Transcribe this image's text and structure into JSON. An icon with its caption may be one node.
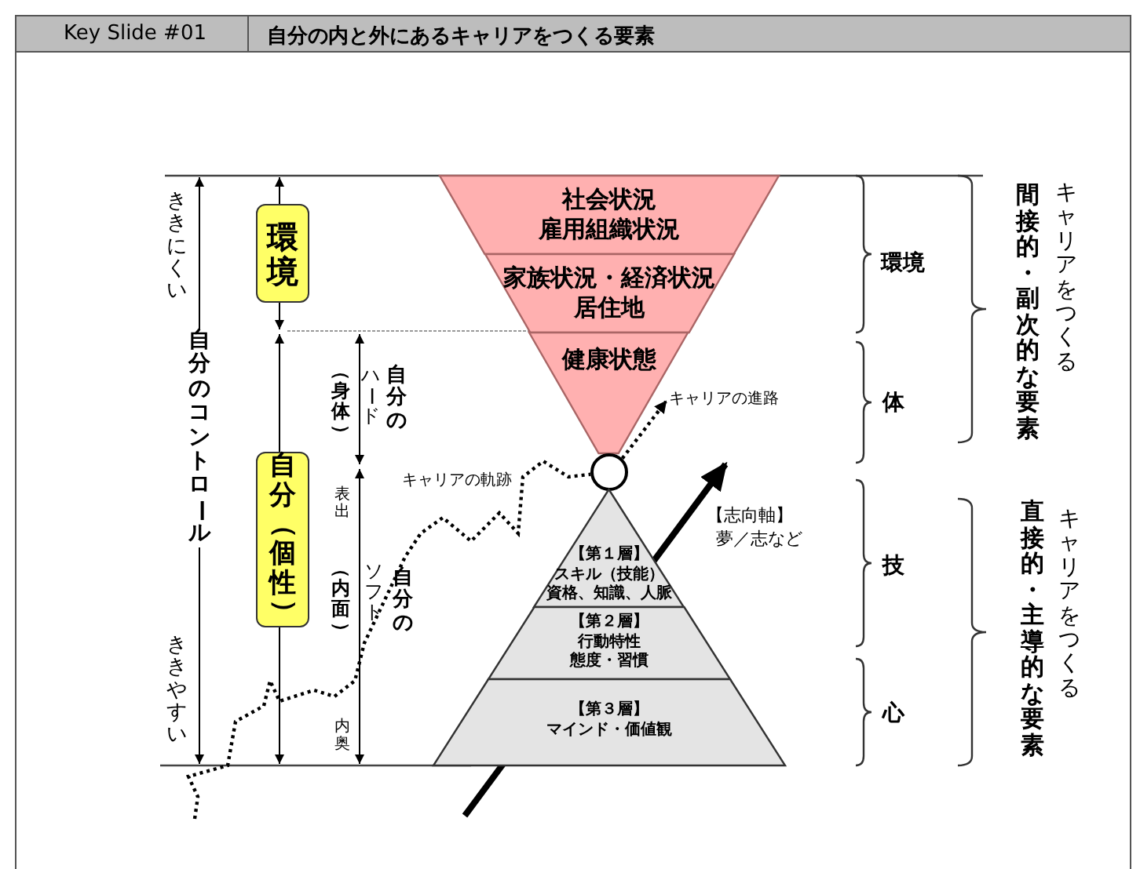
{
  "diagram": {
    "title": "自分の内と外にあるキャリアをつくる要素",
    "nodes": [
      {
        "text": [
          "環境"
        ]
      },
      {
        "text": [
          "自分（個性）"
        ]
      },
      {
        "text": [
          "社会状況",
          "雇用組織状況"
        ]
      },
      {
        "text": [
          "家族状況・経済状況",
          "居住地"
        ]
      },
      {
        "text": [
          "健康状態"
        ]
      },
      {
        "text": [],
        "shape": "circle"
      },
      {
        "text": [
          "キャリアの進路"
        ]
      },
      {
        "text": [
          "【第１層】",
          "スキル（技能）",
          "資格、知識、人脈"
        ]
      },
      {
        "text": [
          "【第２層】",
          "行動特性",
          "態度・習慣"
        ]
      },
      {
        "text": [
          "【第３層】",
          "マインド・価値観"
        ]
      }
    ],
    "edges": [
      {
        "from": null,
        "to": 5,
        "arrow": "none",
        "style": "dashed"
      },
      {
        "from": 5,
        "to": 6,
        "arrow": "to",
        "style": "dashed"
      }
    ],
    "labels": [
      "Key Slide #01",
      "ききにくい",
      "自分のコントロール",
      "ききやすい",
      "自分の",
      "ハード",
      "（身体）",
      "表出",
      "自分の",
      "ソフト",
      "（内面）",
      "内奥",
      "キャリアの軌跡",
      "【志向軸】",
      "夢／志など",
      "環境",
      "体",
      "技",
      "心",
      "キャリアをつくる",
      "**間接的・副次的な**要素",
      "キャリアをつくる",
      "**直接的・主導的な**要素"
    ]
  }
}
